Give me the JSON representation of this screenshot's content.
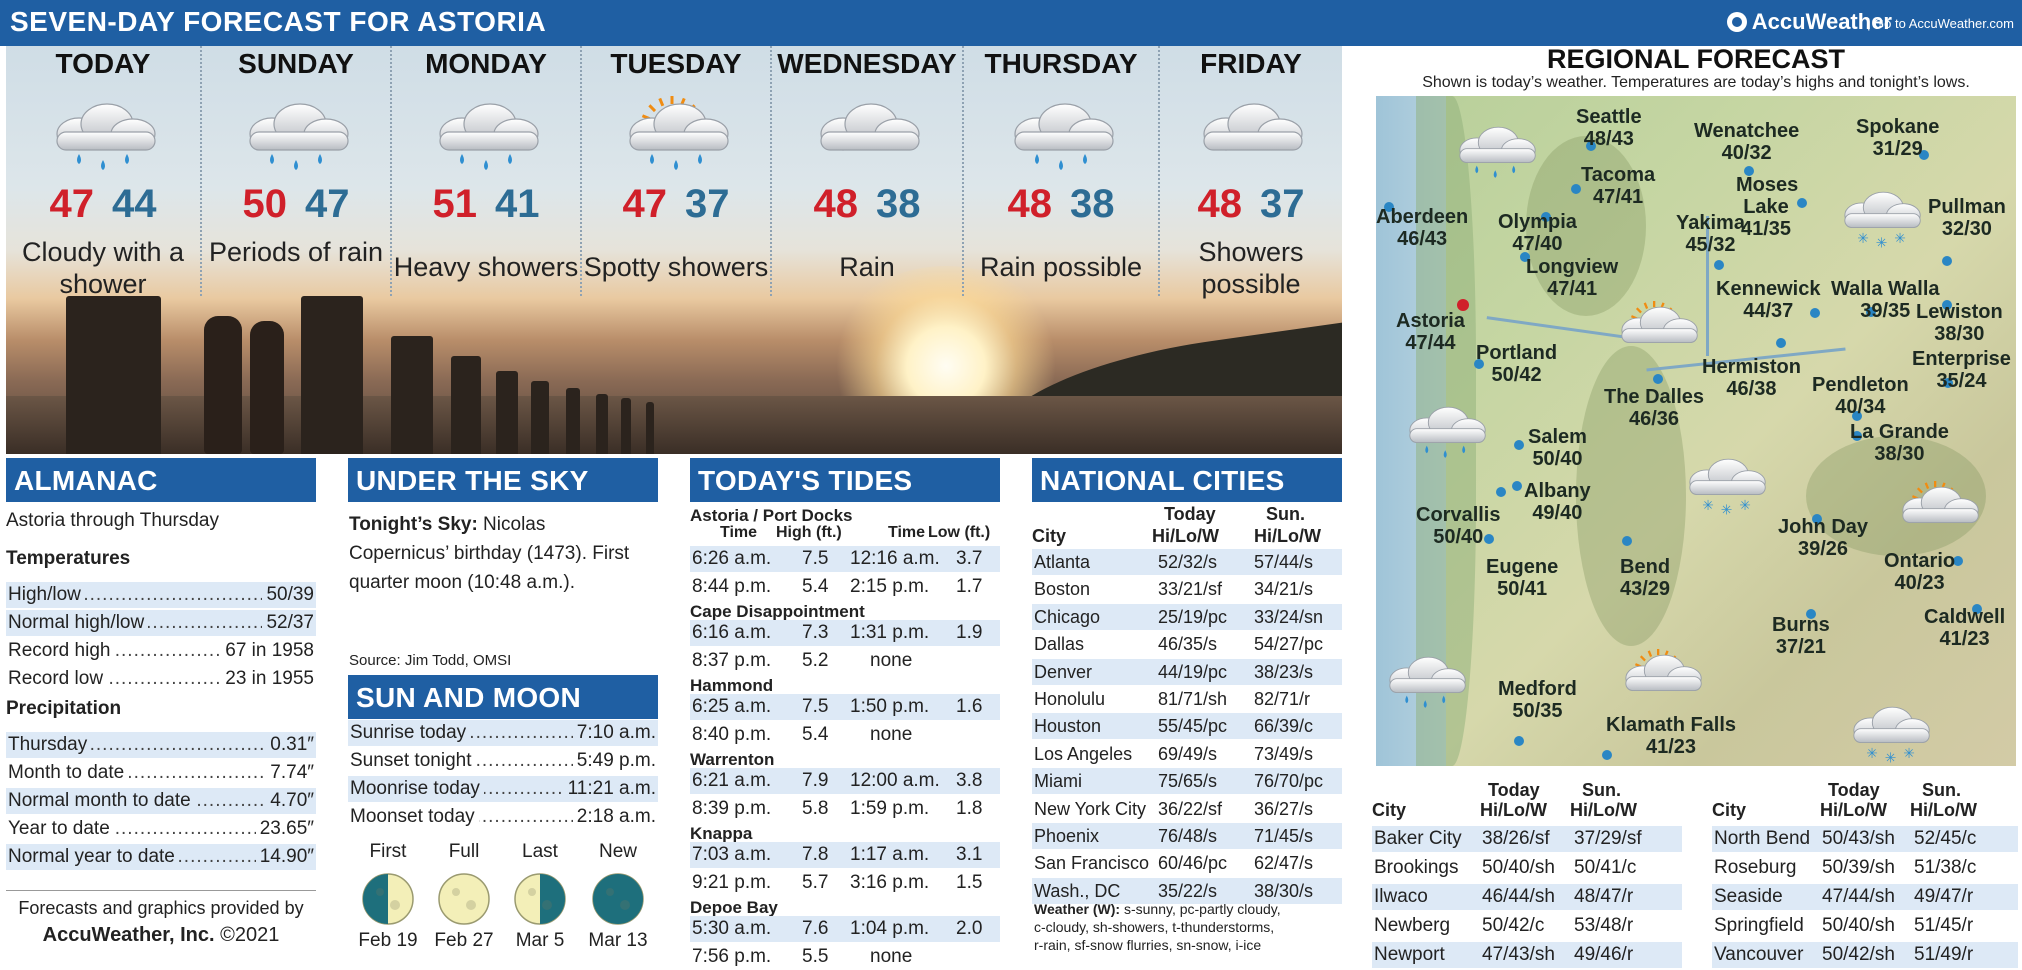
{
  "header": {
    "title": "SEVEN-DAY FORECAST FOR ASTORIA",
    "brand": "AccuWeather",
    "link": "| Go to AccuWeather.com"
  },
  "days": [
    {
      "name": "TODAY",
      "hi": "47",
      "lo": "44",
      "cond": "Cloudy with a shower",
      "icon": "rain-cloud-icon"
    },
    {
      "name": "SUNDAY",
      "hi": "50",
      "lo": "47",
      "cond": "Periods of rain",
      "icon": "rain-cloud-icon"
    },
    {
      "name": "MONDAY",
      "hi": "51",
      "lo": "41",
      "cond": "Heavy showers",
      "icon": "rain-cloud-icon"
    },
    {
      "name": "TUESDAY",
      "hi": "47",
      "lo": "37",
      "cond": "Spotty showers",
      "icon": "sun-rain-cloud-icon"
    },
    {
      "name": "WEDNESDAY",
      "hi": "48",
      "lo": "38",
      "cond": "Rain",
      "icon": "cloud-icon"
    },
    {
      "name": "THURSDAY",
      "hi": "48",
      "lo": "38",
      "cond": "Rain possible",
      "icon": "rain-cloud-icon"
    },
    {
      "name": "FRIDAY",
      "hi": "48",
      "lo": "37",
      "cond": "Showers possible",
      "icon": "cloud-icon"
    }
  ],
  "almanac": {
    "title": "ALMANAC",
    "sub": "Astoria through Thursday",
    "temp_head": "Temperatures",
    "temps": [
      {
        "label": "High/low",
        "value": "50/39"
      },
      {
        "label": "Normal high/low",
        "value": "52/37"
      },
      {
        "label": "Record high",
        "value": "67 in 1958"
      },
      {
        "label": "Record low",
        "value": "23 in 1955"
      }
    ],
    "precip_head": "Precipitation",
    "precip": [
      {
        "label": "Thursday",
        "value": "0.31″"
      },
      {
        "label": "Month to date",
        "value": "7.74″"
      },
      {
        "label": "Normal month to date",
        "value": "4.70″"
      },
      {
        "label": "Year to date",
        "value": "23.65″"
      },
      {
        "label": "Normal year to date",
        "value": "14.90″"
      }
    ],
    "credit1": "Forecasts and graphics provided by",
    "credit2": "AccuWeather, Inc.",
    "credit3": "©2021"
  },
  "sky": {
    "title": "UNDER THE SKY",
    "lead": "Tonight’s Sky:",
    "text": " Nicolas Copernicus’ birthday (1473). First quarter moon (10:48 a.m.).",
    "source": "Source: Jim Todd, OMSI"
  },
  "sunmoon": {
    "title": "SUN AND MOON",
    "rows": [
      {
        "label": "Sunrise today",
        "value": "7:10 a.m."
      },
      {
        "label": "Sunset tonight",
        "value": "5:49 p.m."
      },
      {
        "label": "Moonrise today",
        "value": "11:21 a.m."
      },
      {
        "label": "Moonset today",
        "value": "2:18 a.m."
      }
    ],
    "phases": [
      {
        "name": "First",
        "date": "Feb 19"
      },
      {
        "name": "Full",
        "date": "Feb 27"
      },
      {
        "name": "Last",
        "date": "Mar 5"
      },
      {
        "name": "New",
        "date": "Mar 13"
      }
    ]
  },
  "tides": {
    "title": "TODAY'S TIDES",
    "cols": {
      "time": "Time",
      "high": "High (ft.)",
      "time2": "Time",
      "low": "Low (ft.)"
    },
    "stations": [
      {
        "name": "Astoria / Port Docks",
        "rows": [
          [
            "6:26 a.m.",
            "7.5",
            "12:16 a.m.",
            "3.7"
          ],
          [
            "8:44 p.m.",
            "5.4",
            "2:15 p.m.",
            "1.7"
          ]
        ]
      },
      {
        "name": "Cape Disappointment",
        "rows": [
          [
            "6:16 a.m.",
            "7.3",
            "1:31 p.m.",
            "1.9"
          ],
          [
            "8:37 p.m.",
            "5.2",
            "none",
            ""
          ]
        ]
      },
      {
        "name": "Hammond",
        "rows": [
          [
            "6:25 a.m.",
            "7.5",
            "1:50 p.m.",
            "1.6"
          ],
          [
            "8:40 p.m.",
            "5.4",
            "none",
            ""
          ]
        ]
      },
      {
        "name": "Warrenton",
        "rows": [
          [
            "6:21 a.m.",
            "7.9",
            "12:00 a.m.",
            "3.8"
          ],
          [
            "8:39 p.m.",
            "5.8",
            "1:59 p.m.",
            "1.8"
          ]
        ]
      },
      {
        "name": "Knappa",
        "rows": [
          [
            "7:03 a.m.",
            "7.8",
            "1:17 a.m.",
            "3.1"
          ],
          [
            "9:21 p.m.",
            "5.7",
            "3:16 p.m.",
            "1.5"
          ]
        ]
      },
      {
        "name": "Depoe Bay",
        "rows": [
          [
            "5:30 a.m.",
            "7.6",
            "1:04 p.m.",
            "2.0"
          ],
          [
            "7:56 p.m.",
            "5.5",
            "none",
            ""
          ]
        ]
      }
    ]
  },
  "national": {
    "title": "NATIONAL CITIES",
    "h_city": "City",
    "h_today": "Today",
    "h_sun": "Sun.",
    "h_hlw": "Hi/Lo/W",
    "rows": [
      [
        "Atlanta",
        "52/32/s",
        "57/44/s"
      ],
      [
        "Boston",
        "33/21/sf",
        "34/21/s"
      ],
      [
        "Chicago",
        "25/19/pc",
        "33/24/sn"
      ],
      [
        "Dallas",
        "46/35/s",
        "54/27/pc"
      ],
      [
        "Denver",
        "44/19/pc",
        "38/23/s"
      ],
      [
        "Honolulu",
        "81/71/sh",
        "82/71/r"
      ],
      [
        "Houston",
        "55/45/pc",
        "66/39/c"
      ],
      [
        "Los Angeles",
        "69/49/s",
        "73/49/s"
      ],
      [
        "Miami",
        "75/65/s",
        "76/70/pc"
      ],
      [
        "New York City",
        "36/22/sf",
        "36/27/s"
      ],
      [
        "Phoenix",
        "76/48/s",
        "71/45/s"
      ],
      [
        "San Francisco",
        "60/46/pc",
        "62/47/s"
      ],
      [
        "Wash., DC",
        "35/22/s",
        "38/30/s"
      ]
    ],
    "legend_lead": "Weather (W):",
    "legend1": "s-sunny, pc-partly cloudy,",
    "legend2": "c-cloudy, sh-showers, t-thunderstorms,",
    "legend3": "r-rain, sf-snow flurries, sn-snow, i-ice"
  },
  "regional": {
    "title": "REGIONAL FORECAST",
    "sub": "Shown is today’s weather. Temperatures are today’s highs and tonight’s lows.",
    "cities": [
      {
        "name": "Seattle",
        "temp": "48/43"
      },
      {
        "name": "Wenatchee",
        "temp": "40/32"
      },
      {
        "name": "Spokane",
        "temp": "31/29"
      },
      {
        "name": "Tacoma",
        "temp": "47/41"
      },
      {
        "name": "Moses Lake",
        "temp": "41/35"
      },
      {
        "name": "Aberdeen",
        "temp": "46/43"
      },
      {
        "name": "Olympia",
        "temp": "47/40"
      },
      {
        "name": "Yakima",
        "temp": "45/32"
      },
      {
        "name": "Pullman",
        "temp": "32/30"
      },
      {
        "name": "Longview",
        "temp": "47/41"
      },
      {
        "name": "Kennewick",
        "temp": "44/37"
      },
      {
        "name": "Walla Walla",
        "temp": "39/35"
      },
      {
        "name": "Lewiston",
        "temp": "38/30"
      },
      {
        "name": "Astoria",
        "temp": "47/44"
      },
      {
        "name": "Enterprise",
        "temp": "35/24"
      },
      {
        "name": "Portland",
        "temp": "50/42"
      },
      {
        "name": "Hermiston",
        "temp": "46/38"
      },
      {
        "name": "Pendleton",
        "temp": "40/34"
      },
      {
        "name": "The Dalles",
        "temp": "46/36"
      },
      {
        "name": "La Grande",
        "temp": "38/30"
      },
      {
        "name": "Salem",
        "temp": "50/40"
      },
      {
        "name": "Albany",
        "temp": "49/40"
      },
      {
        "name": "Corvallis",
        "temp": "50/40"
      },
      {
        "name": "John Day",
        "temp": "39/26"
      },
      {
        "name": "Eugene",
        "temp": "50/41"
      },
      {
        "name": "Bend",
        "temp": "43/29"
      },
      {
        "name": "Ontario",
        "temp": "40/23"
      },
      {
        "name": "Burns",
        "temp": "37/21"
      },
      {
        "name": "Caldwell",
        "temp": "41/23"
      },
      {
        "name": "Medford",
        "temp": "50/35"
      },
      {
        "name": "Klamath Falls",
        "temp": "41/23"
      }
    ],
    "table": {
      "h_city": "City",
      "h_today": "Today",
      "h_sun": "Sun.",
      "h_hlw": "Hi/Lo/W",
      "left": [
        [
          "Baker City",
          "38/26/sf",
          "37/29/sf"
        ],
        [
          "Brookings",
          "50/40/sh",
          "50/41/c"
        ],
        [
          "Ilwaco",
          "46/44/sh",
          "48/47/r"
        ],
        [
          "Newberg",
          "50/42/c",
          "53/48/r"
        ],
        [
          "Newport",
          "47/43/sh",
          "49/46/r"
        ]
      ],
      "right": [
        [
          "North Bend",
          "50/43/sh",
          "52/45/c"
        ],
        [
          "Roseburg",
          "50/39/sh",
          "51/38/c"
        ],
        [
          "Seaside",
          "47/44/sh",
          "49/47/r"
        ],
        [
          "Springfield",
          "50/40/sh",
          "51/45/r"
        ],
        [
          "Vancouver",
          "50/42/sh",
          "51/49/r"
        ]
      ]
    }
  },
  "colors": {
    "header_blue": "#1f5fa3",
    "high_red": "#d0202a",
    "low_blue": "#2d6c94",
    "row_shade": "#dde9f6"
  }
}
